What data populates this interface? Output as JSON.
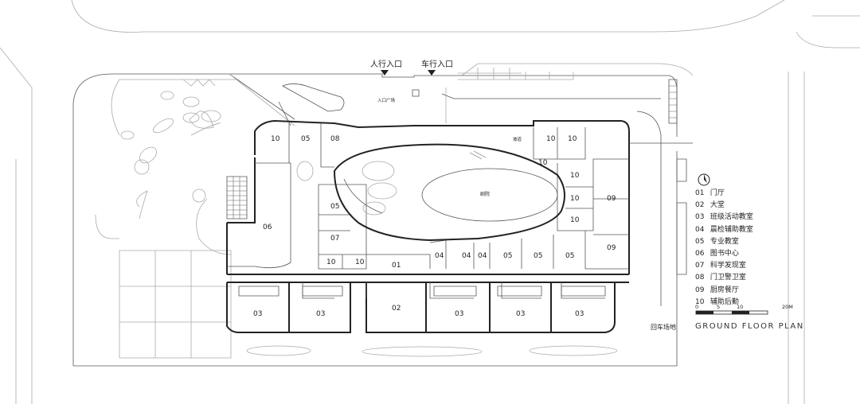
{
  "entrances": {
    "pedestrian": "人行入口",
    "vehicle": "车行入口"
  },
  "site_labels": {
    "entry_plaza": "入口广场",
    "theater": "剧院",
    "drop_off": "回车场地",
    "ramp": "坡道"
  },
  "rooms": [
    "01",
    "02",
    "03",
    "04",
    "05",
    "06",
    "07",
    "08",
    "09",
    "10"
  ],
  "legend": [
    {
      "code": "01",
      "name": "门厅"
    },
    {
      "code": "02",
      "name": "大堂"
    },
    {
      "code": "03",
      "name": "班级活动教室"
    },
    {
      "code": "04",
      "name": "晨检辅助教室"
    },
    {
      "code": "05",
      "name": "专业教室"
    },
    {
      "code": "06",
      "name": "图书中心"
    },
    {
      "code": "07",
      "name": "科学发现室"
    },
    {
      "code": "08",
      "name": "门卫警卫室"
    },
    {
      "code": "09",
      "name": "厨房餐厅"
    },
    {
      "code": "10",
      "name": "辅助后勤"
    }
  ],
  "scale_bar": {
    "labels": [
      "0",
      "5",
      "10",
      "20M"
    ]
  },
  "plan_title": "GROUND FLOOR PLAN",
  "colors": {
    "line": "#222222",
    "faint": "#aaaaaa",
    "background": "#ffffff"
  }
}
